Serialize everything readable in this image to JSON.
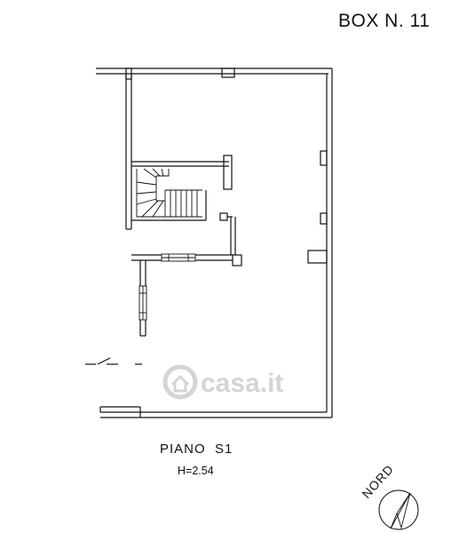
{
  "box_label": "BOX N. 11",
  "floor_label": "PIANO  S1",
  "height_label": "H=2.54",
  "north_label": "NORD",
  "watermark": {
    "text": "casa.it",
    "icon": "house-logo-icon"
  },
  "colors": {
    "line": "#111111",
    "watermark": "#d4d4d4"
  }
}
